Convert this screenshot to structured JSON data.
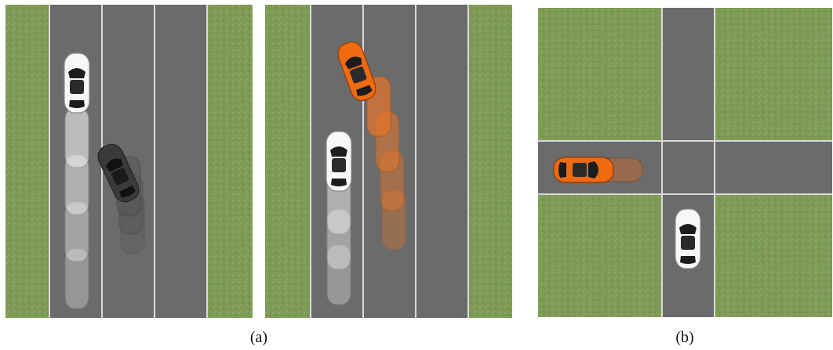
{
  "figure": {
    "captions": {
      "a": "(a)",
      "b": "(b)"
    },
    "colors": {
      "grass": "#7d9b55",
      "road": "#6b6b6b",
      "lane_line": "#d9d9d9",
      "car_white": "#f7f7f7",
      "car_dark": "#3a3a3a",
      "car_orange": "#f06a12",
      "window": "#1c1c1c"
    },
    "scenes": [
      {
        "id": "panel-1",
        "description_icons": [
          "white-car-icon",
          "dark-car-icon"
        ]
      },
      {
        "id": "panel-2",
        "description_icons": [
          "white-car-icon",
          "orange-car-icon"
        ]
      },
      {
        "id": "panel-3",
        "description_icons": [
          "white-car-icon",
          "orange-car-icon"
        ]
      }
    ]
  }
}
